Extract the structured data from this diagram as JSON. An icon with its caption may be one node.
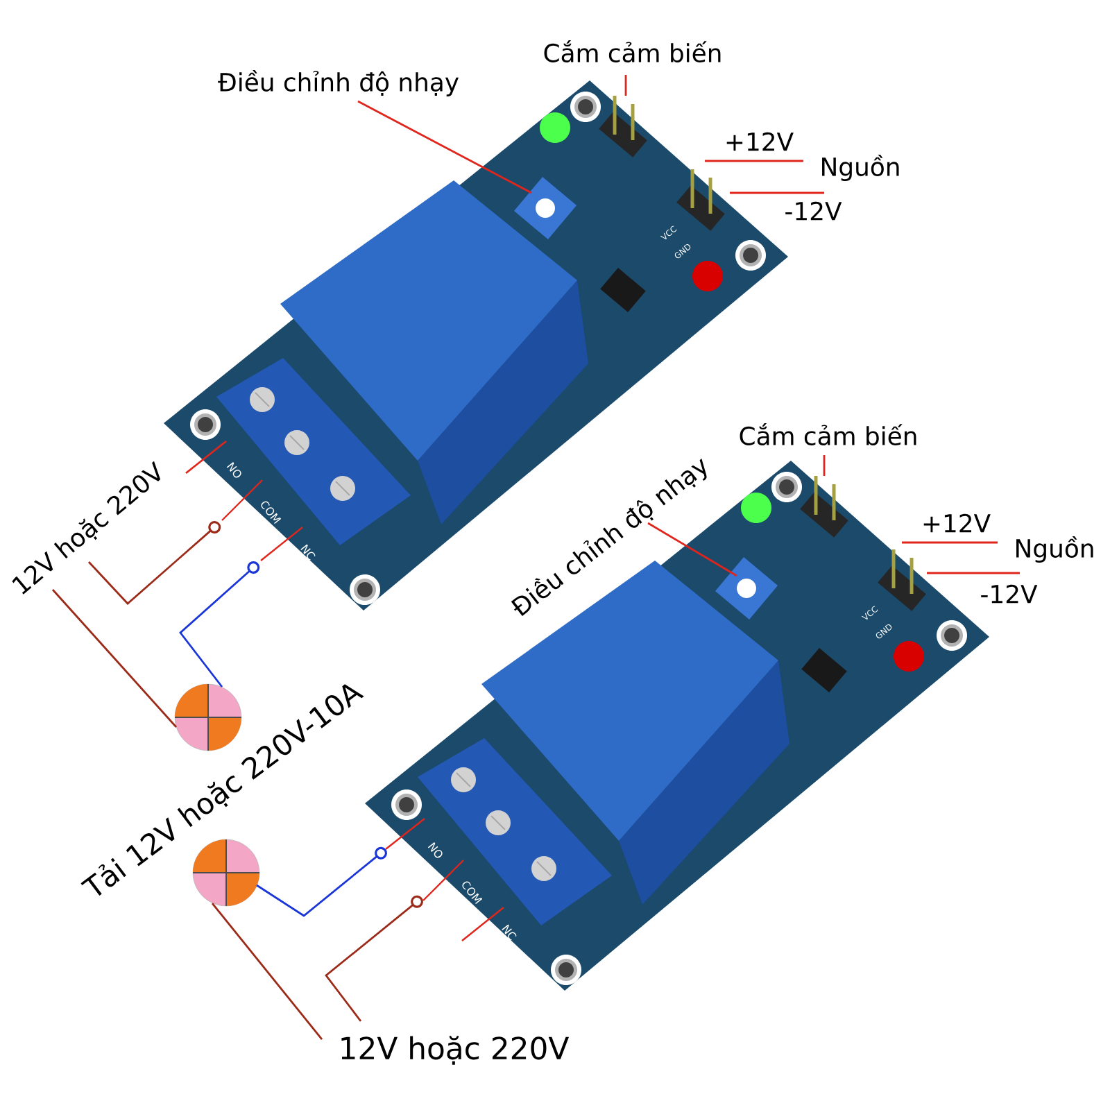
{
  "diagram": {
    "nodes": [
      {
        "text": [],
        "shape": "picture"
      },
      {
        "text": [],
        "shape": "picture"
      },
      {
        "text": [
          "Điều chỉnh độ nhạy"
        ]
      },
      {
        "text": [
          "Cắm cảm biến"
        ]
      },
      {
        "text": [
          "+12V"
        ]
      },
      {
        "text": [
          "-12V"
        ]
      },
      {
        "text": [
          "12V hoặc 220V"
        ]
      },
      {
        "text": [],
        "shape": "circle"
      },
      {
        "text": [
          "Điều chỉnh độ nhạy"
        ]
      },
      {
        "text": [
          "Cắm cảm biến"
        ]
      },
      {
        "text": [
          "+12V"
        ]
      },
      {
        "text": [
          "-12V"
        ]
      },
      {
        "text": [],
        "shape": "circle"
      },
      {
        "text": [
          "12V hoặc 220V"
        ]
      }
    ],
    "edges": [
      {
        "from": 2,
        "to": 0,
        "arrow": "none"
      },
      {
        "from": 3,
        "to": 0,
        "arrow": "none"
      },
      {
        "from": 4,
        "to": 0,
        "arrow": "none"
      },
      {
        "from": 5,
        "to": 0,
        "arrow": "none"
      },
      {
        "from": 6,
        "to": 0,
        "arrow": "none"
      },
      {
        "from": 0,
        "to": 6,
        "arrow": "other",
        "color": "#9c2a18"
      },
      {
        "from": 0,
        "to": 7,
        "arrow": "other",
        "color": "#1a35d8"
      },
      {
        "from": 6,
        "to": 7,
        "arrow": "none",
        "color": "#9c2a18"
      },
      {
        "from": 8,
        "to": 1,
        "arrow": "none"
      },
      {
        "from": 9,
        "to": 1,
        "arrow": "none"
      },
      {
        "from": 10,
        "to": 1,
        "arrow": "none"
      },
      {
        "from": 11,
        "to": 1,
        "arrow": "none"
      },
      {
        "from": 1,
        "to": 12,
        "arrow": "other",
        "color": "#1a35d8"
      },
      {
        "from": 1,
        "to": 13,
        "arrow": "other",
        "color": "#9c2a18"
      },
      {
        "from": 12,
        "to": 13,
        "arrow": "none",
        "color": "#9c2a18"
      }
    ],
    "labels": [
      "Nguồn",
      "VCC",
      "GND",
      "NO",
      "COM",
      "NC",
      "Nguồn",
      "VCC",
      "GND",
      "Tải 12V hoặc 220V-10A",
      "NO",
      "COM",
      "NC"
    ]
  }
}
